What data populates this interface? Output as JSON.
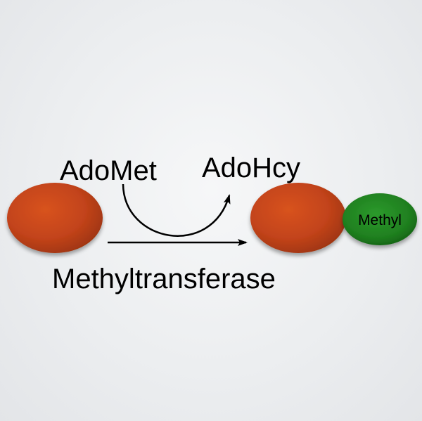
{
  "diagram": {
    "labels": {
      "donor": "AdoMet",
      "product": "AdoHcy",
      "enzyme": "Methyltransferase",
      "methyl": "Methyl"
    },
    "colors": {
      "substrate": "#c9461a",
      "substrate_dark": "#8f2e0d",
      "methyl": "#1f8a1f",
      "methyl_dark": "#0f4f0f",
      "arrow": "#000000"
    }
  }
}
